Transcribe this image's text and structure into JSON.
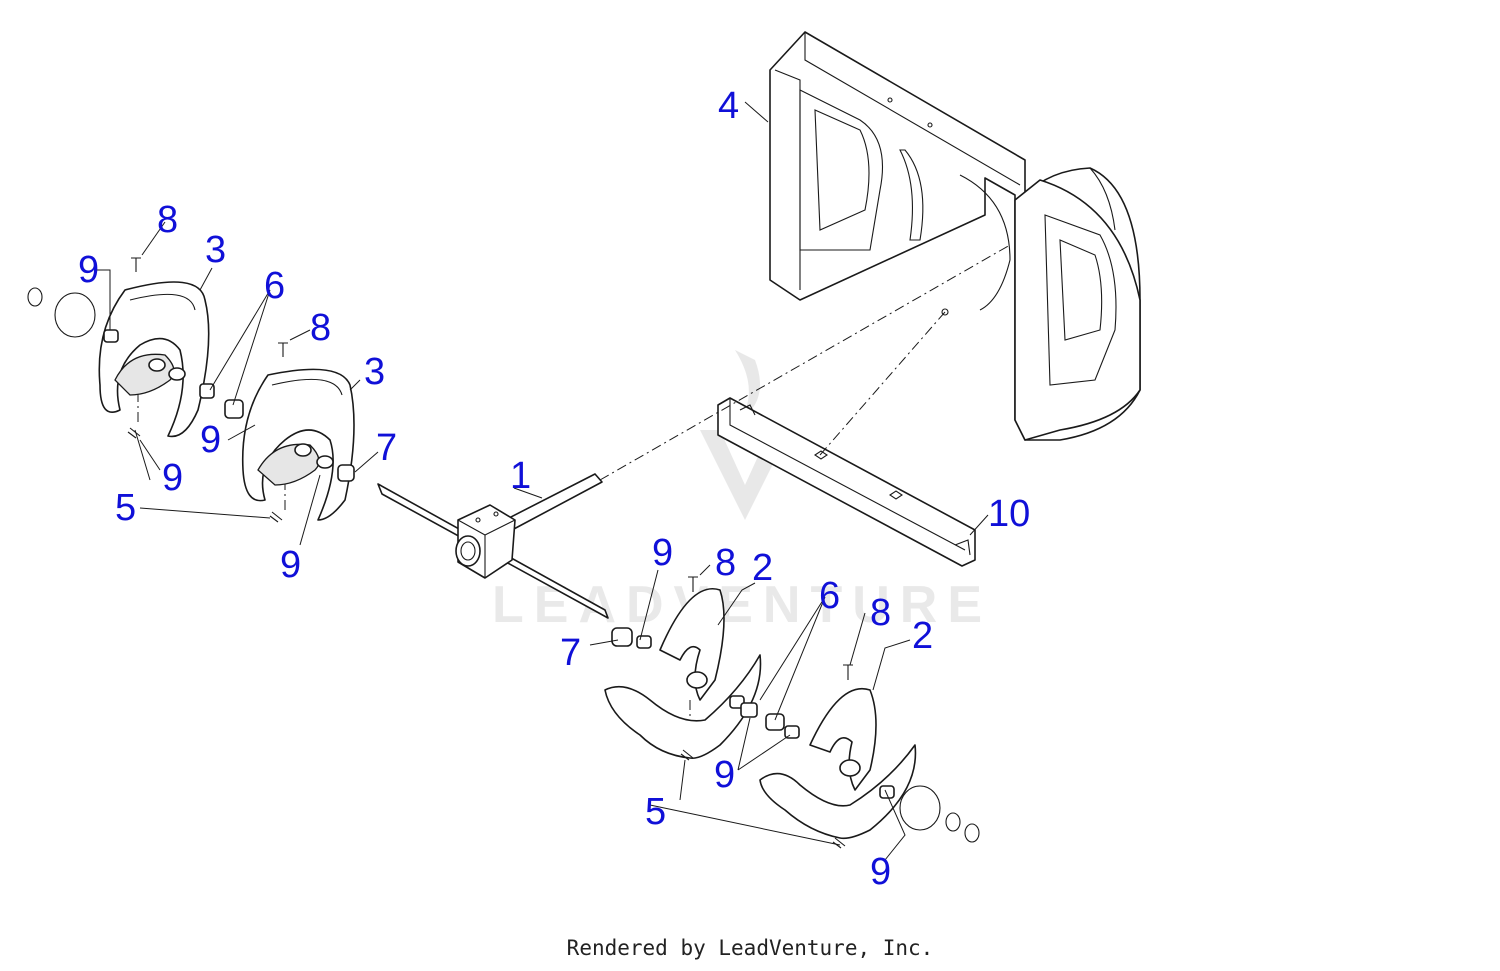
{
  "colors": {
    "callout": "#1010d8",
    "line": "#1a1a1a",
    "watermark": "#d0d0d0"
  },
  "watermark": "LEADVENTURE",
  "footer": "Rendered by LeadVenture, Inc.",
  "callouts": {
    "c1": "1",
    "c2a": "2",
    "c2b": "2",
    "c3a": "3",
    "c3b": "3",
    "c4": "4",
    "c5a": "5",
    "c5b": "5",
    "c6a": "6",
    "c6b": "6",
    "c7a": "7",
    "c7b": "7",
    "c8a": "8",
    "c8b": "8",
    "c8c": "8",
    "c8d": "8",
    "c9a": "9",
    "c9b": "9",
    "c9c": "9",
    "c9d": "9",
    "c9e": "9",
    "c9f": "9",
    "c9g": "9",
    "c10": "10"
  }
}
